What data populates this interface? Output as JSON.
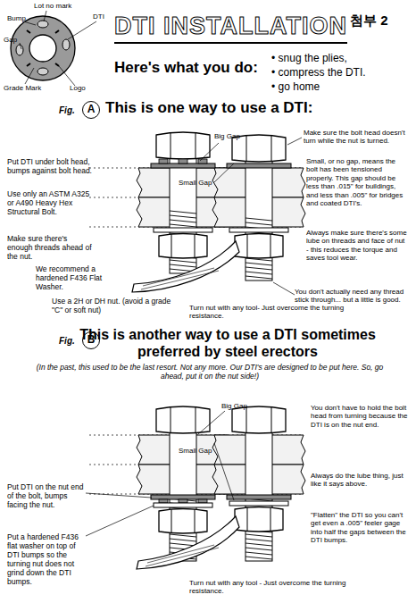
{
  "diagram": {
    "title": "DTI INSTALLATION",
    "labels": [
      "첨부 2",
      "Lot no mark",
      "Bump",
      "DTI",
      "Gap",
      "Grade Mark",
      "Logo",
      "Here's what you do:",
      "• snug the plies,",
      "• compress the DTI.",
      "• go home",
      "Fig.",
      "A",
      "This is one way to use a DTI:",
      "Big Gap",
      "Make sure the bolt head doesn't turn while the nut is turned.",
      "Put DTI under bolt head, bumps against bolt head.",
      "Small, or no gap, means the bolt has been tensioned properly. This gap should be less than .015\" for buildings, and less than .005\" for bridges and coated DTI's.",
      "Small Gap",
      "Use only an ASTM A325 or A490 Heavy Hex Structural Bolt.",
      "Always make sure there's some lube on threads and face of nut - this reduces the torque and saves tool wear.",
      "Make sure there's enough threads ahead of the nut.",
      "We recommend a hardened F436 Flat Washer.",
      "You don't actually need any thread stick through... but a little is good.",
      "Use a 2H or DH nut. (avoid a grade \"C\" or soft nut)",
      "Turn nut with any tool- Just overcome the turning resistance.",
      "Fig.",
      "B",
      "This is another way to use a DTI sometimes preferred by steel erectors",
      "(In the past, this used to be the last resort. Not any more. Our DTI's are designed to be put here. So, go ahead, put it on the nut side!)",
      "Big Gap",
      "You don't have to hold the bolt head from turning because the DTI is on the nut end.",
      "Small Gap",
      "Always do the lube thing, just like it says above.",
      "Put DTI on the nut end of the bolt, bumps facing the nut.",
      "\"Flatten\" the DTI so you can't get even a .005\" feeler gage into half the gaps between the DTI bumps.",
      "Put a hardened F436 flat washer on top of DTI bumps so the turning nut does not grind down the DTI bumps.",
      "Turn nut with any tool - Just overcome the turning resistance."
    ]
  }
}
